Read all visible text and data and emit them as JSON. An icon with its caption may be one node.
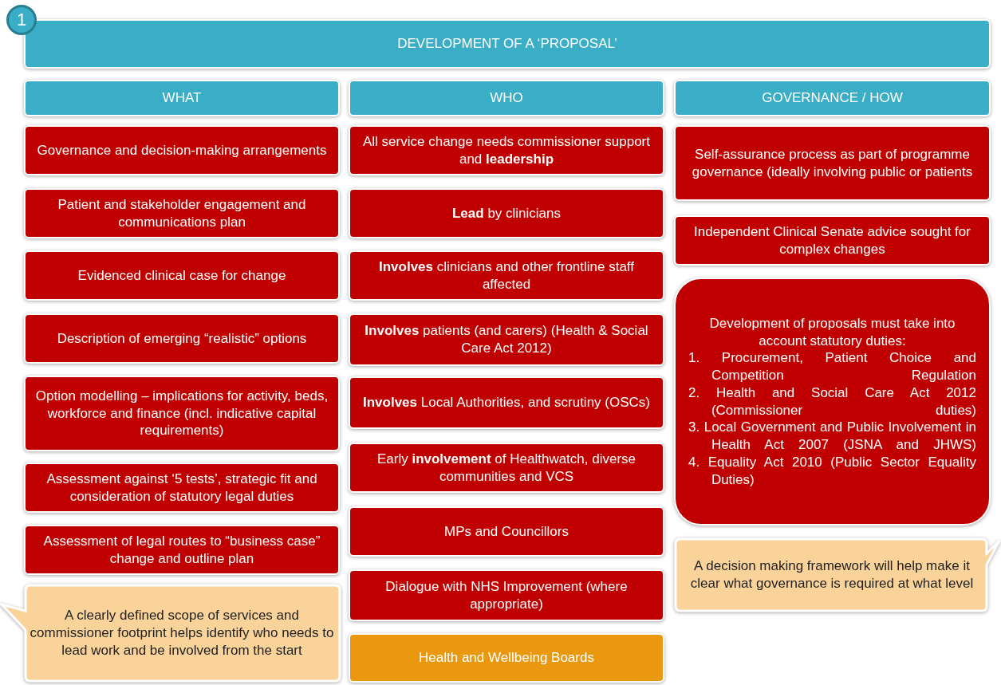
{
  "diagram": {
    "nodes": [
      {
        "text": [
          "1"
        ]
      },
      {
        "text": [
          "DEVELOPMENT OF A ‘PROPOSAL’"
        ]
      },
      {
        "text": [
          "WHAT"
        ]
      },
      {
        "text": [
          "WHO"
        ]
      },
      {
        "text": [
          "GOVERNANCE / HOW"
        ]
      },
      {
        "text": [
          "Governance and decision-making arrangements"
        ]
      },
      {
        "text": [
          "Patient and stakeholder engagement and communications plan"
        ]
      },
      {
        "text": [
          "Evidenced clinical case for change"
        ]
      },
      {
        "text": [
          "Description of emerging “realistic” options"
        ]
      },
      {
        "text": [
          "Option modelling  – implications for activity, beds, workforce and finance (incl. indicative capital requirements)"
        ]
      },
      {
        "text": [
          "Assessment against ‘5 tests’, strategic fit and consideration of statutory legal duties"
        ]
      },
      {
        "text": [
          "Assessment of legal routes to “business case” change and outline plan"
        ]
      },
      {
        "text": [
          "A clearly defined scope of services and commissioner footprint helps identify who needs to lead work and be involved from the start"
        ]
      },
      {
        "text": [
          "All service change needs commissioner support and **leadership**"
        ]
      },
      {
        "text": [
          "**Lead** by clinicians"
        ]
      },
      {
        "text": [
          "**Involves** clinicians and other frontline staff affected"
        ]
      },
      {
        "text": [
          "**Involves** patients (and carers) (Health & Social Care Act 2012)"
        ]
      },
      {
        "text": [
          "**Involves** Local Authorities, and scrutiny (OSCs)"
        ]
      },
      {
        "text": [
          "Early **involvement** of Healthwatch, diverse communities and VCS"
        ]
      },
      {
        "text": [
          "MPs and Councillors"
        ]
      },
      {
        "text": [
          "Dialogue with NHS Improvement (where appropriate)"
        ]
      },
      {
        "text": [
          "Health and Wellbeing Boards"
        ]
      },
      {
        "text": [
          "Self-assurance process as part of programme governance (ideally involving public or patients"
        ]
      },
      {
        "text": [
          "Independent Clinical Senate advice sought for complex changes"
        ]
      },
      {
        "text": [
          "Development of proposals must take into account statutory duties:",
          "1. Procurement, Patient Choice and Competition Regulation",
          "2. Health and Social Care Act 2012 (Commissioner duties)",
          "3. Local Government and Public Involvement in Health Act 2007 (JSNA and JHWS)",
          "4. Equality Act 2010 (Public Sector Equality Duties)"
        ]
      },
      {
        "text": [
          "A decision making framework will help make it clear what governance is required at what level"
        ]
      }
    ],
    "edges": []
  }
}
